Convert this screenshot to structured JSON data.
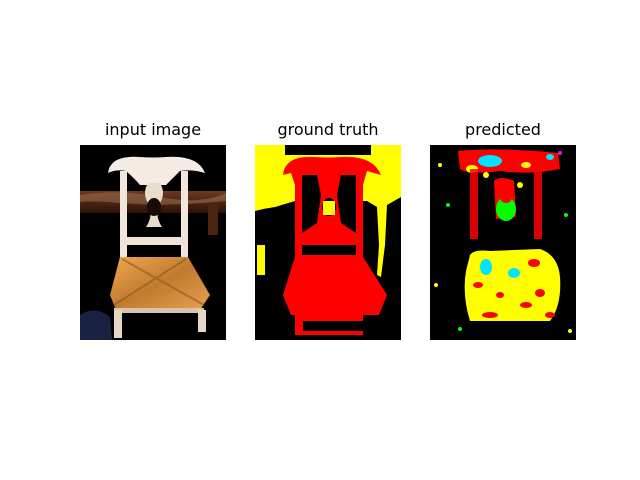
{
  "figure": {
    "panels": [
      {
        "title": "input image"
      },
      {
        "title": "ground truth"
      },
      {
        "title": "predicted"
      }
    ]
  },
  "colors": {
    "background": "#000000",
    "chair_label": "#ff0000",
    "table_label": "#ffff00",
    "misc_label_cyan": "#00e5ff",
    "misc_label_green": "#00ff00",
    "misc_label_magenta": "#ff00ff"
  }
}
